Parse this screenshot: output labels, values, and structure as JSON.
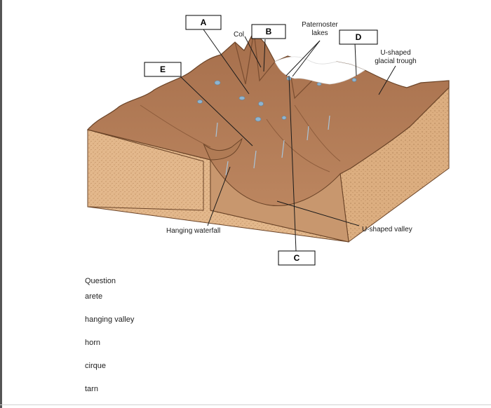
{
  "diagram": {
    "box_labels": {
      "a": "A",
      "b": "B",
      "c": "C",
      "d": "D",
      "e": "E"
    },
    "annotations": {
      "col": "Col",
      "paternoster_line1": "Paternoster",
      "paternoster_line2": "lakes",
      "ushaped_trough_line1": "U-shaped",
      "ushaped_trough_line2": "glacial trough",
      "hanging_waterfall": "Hanging waterfall",
      "ushaped_valley": "U-shaped valley"
    }
  },
  "question": {
    "title": "Question",
    "items": [
      "arete",
      "hanging valley",
      "horn",
      "cirque",
      "tarn"
    ]
  },
  "colors": {
    "terrain": "#b77f5c",
    "terrain_dark": "#8b5a3c",
    "soil": "#e3b88c",
    "lake": "#8fb4cf",
    "snow": "#ffffff"
  }
}
